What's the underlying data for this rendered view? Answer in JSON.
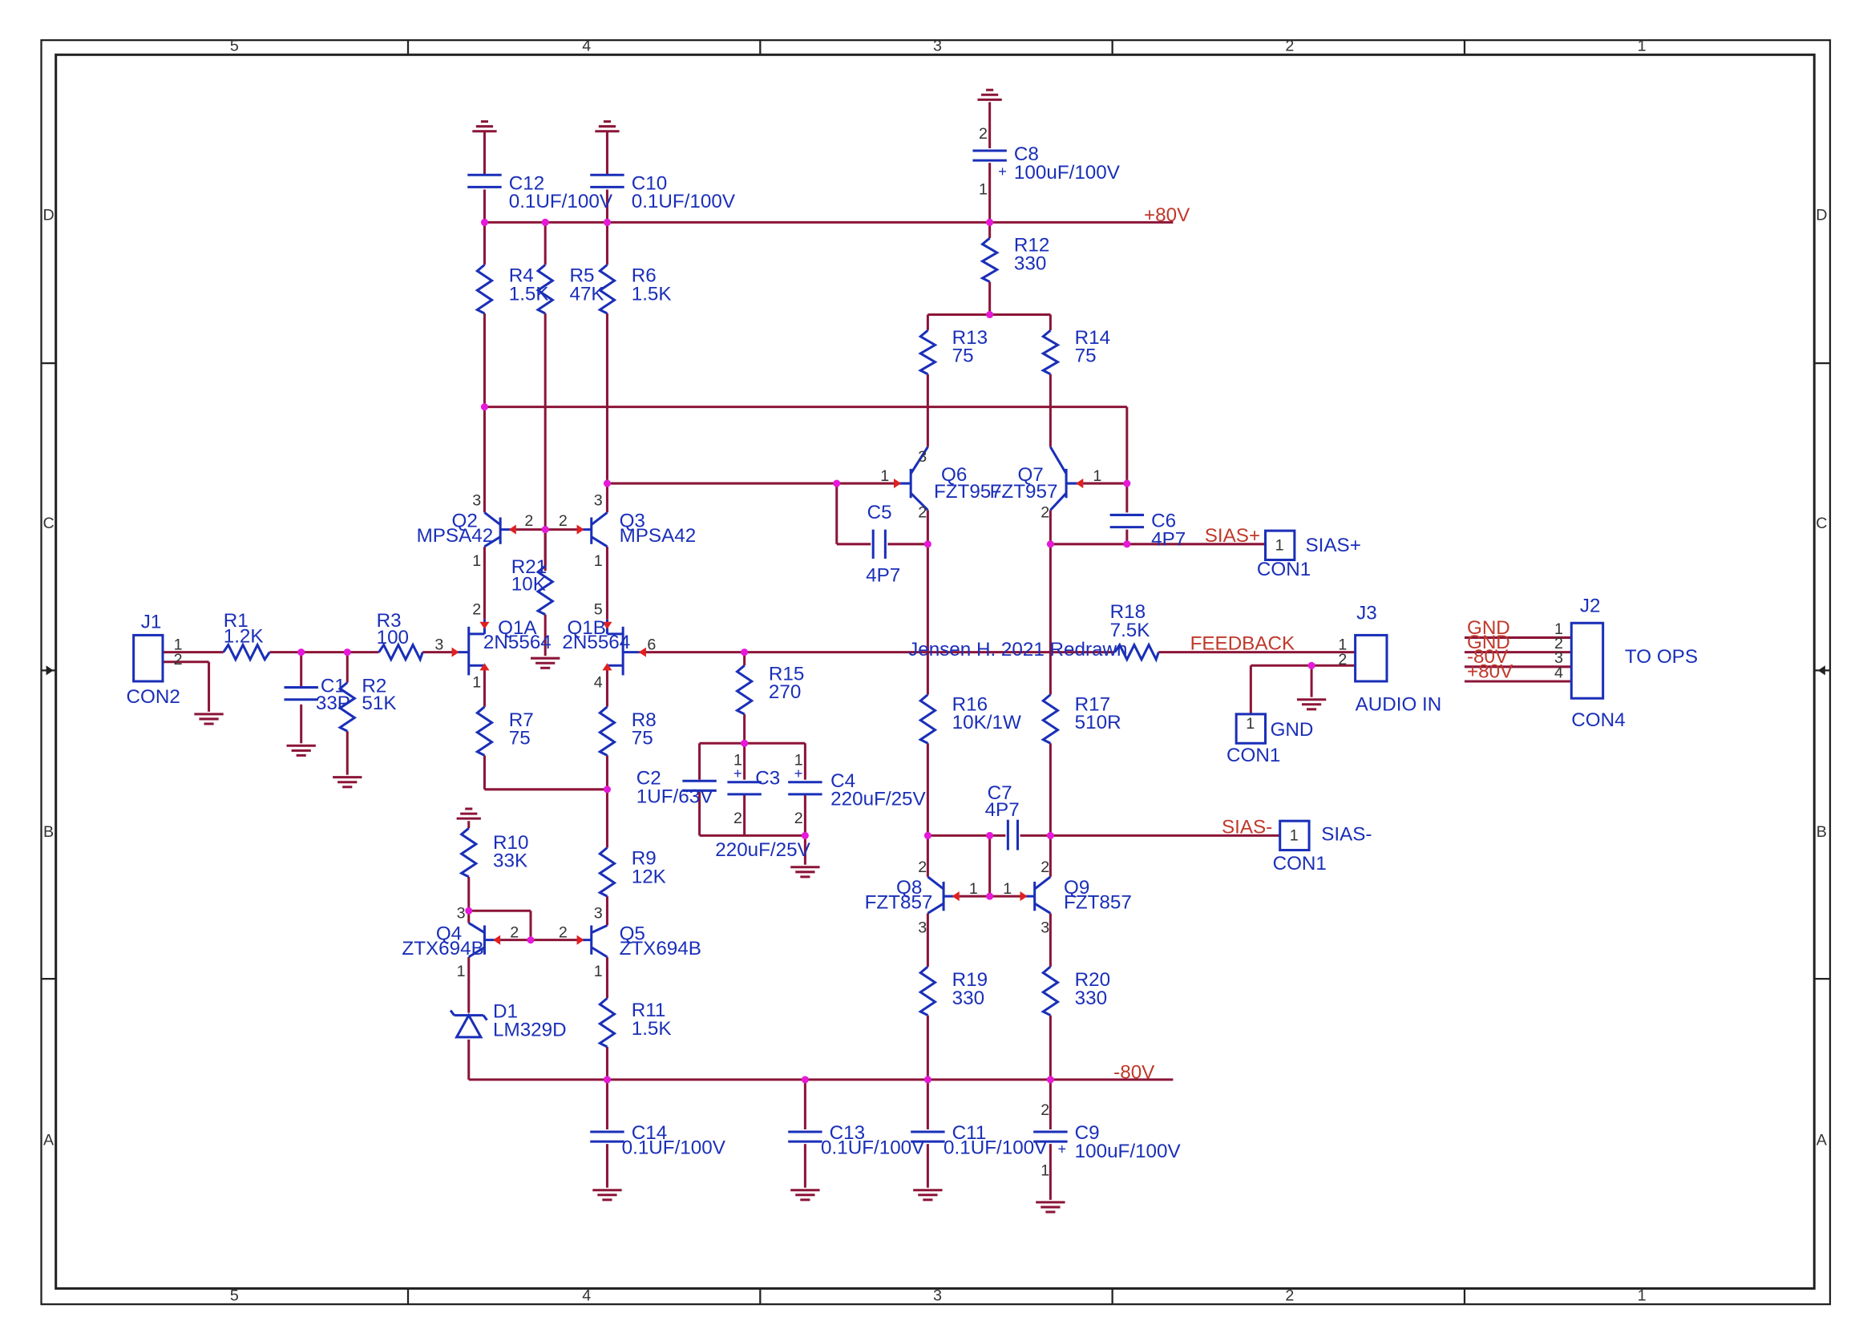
{
  "colors": {
    "wire": "#8b1538",
    "component": "#1a2fb8",
    "net_label": "#c0392b",
    "junction": "#e619d8"
  },
  "zones": {
    "columns": [
      "5",
      "4",
      "3",
      "2",
      "1"
    ],
    "rows": [
      "D",
      "C",
      "B",
      "A"
    ]
  },
  "signature": "Jensen H. 2021 Redrawn",
  "components": {
    "J1": {
      "ref": "J1",
      "type": "CON2"
    },
    "R1": {
      "ref": "R1",
      "value": "1.2K"
    },
    "R2": {
      "ref": "R2",
      "value": "51K"
    },
    "C1": {
      "ref": "C1",
      "value": "33P"
    },
    "R3": {
      "ref": "R3",
      "value": "100"
    },
    "C12": {
      "ref": "C12",
      "value": "0.1UF/100V"
    },
    "C10": {
      "ref": "C10",
      "value": "0.1UF/100V"
    },
    "R4": {
      "ref": "R4",
      "value": "1.5K"
    },
    "R5": {
      "ref": "R5",
      "value": "47K"
    },
    "R6": {
      "ref": "R6",
      "value": "1.5K"
    },
    "Q2": {
      "ref": "Q2",
      "type": "MPSA42"
    },
    "Q3": {
      "ref": "Q3",
      "type": "MPSA42"
    },
    "R21": {
      "ref": "R21",
      "value": "10K"
    },
    "Q1A": {
      "ref": "Q1A",
      "type": "2N5564"
    },
    "Q1B": {
      "ref": "Q1B",
      "type": "2N5564"
    },
    "R7": {
      "ref": "R7",
      "value": "75"
    },
    "R8": {
      "ref": "R8",
      "value": "75"
    },
    "R9": {
      "ref": "R9",
      "value": "12K"
    },
    "R10": {
      "ref": "R10",
      "value": "33K"
    },
    "Q4": {
      "ref": "Q4",
      "type": "ZTX694B"
    },
    "Q5": {
      "ref": "Q5",
      "type": "ZTX694B"
    },
    "D1": {
      "ref": "D1",
      "type": "LM329D"
    },
    "R11": {
      "ref": "R11",
      "value": "1.5K"
    },
    "C14": {
      "ref": "C14",
      "value": "0.1UF/100V"
    },
    "C13": {
      "ref": "C13",
      "value": "0.1UF/100V"
    },
    "C8": {
      "ref": "C8",
      "value": "100uF/100V"
    },
    "R12": {
      "ref": "R12",
      "value": "330"
    },
    "R13": {
      "ref": "R13",
      "value": "75"
    },
    "R14": {
      "ref": "R14",
      "value": "75"
    },
    "Q6": {
      "ref": "Q6",
      "type": "FZT957"
    },
    "Q7": {
      "ref": "Q7",
      "type": "FZT957"
    },
    "C5": {
      "ref": "C5",
      "value": "4P7"
    },
    "C6": {
      "ref": "C6",
      "value": "4P7"
    },
    "R15": {
      "ref": "R15",
      "value": "270"
    },
    "C2": {
      "ref": "C2",
      "value": "1UF/63V"
    },
    "C3": {
      "ref": "C3",
      "value": "220uF/25V"
    },
    "C4": {
      "ref": "C4",
      "value": "220uF/25V"
    },
    "R16": {
      "ref": "R16",
      "value": "10K/1W"
    },
    "R17": {
      "ref": "R17",
      "value": "510R"
    },
    "C7": {
      "ref": "C7",
      "value": "4P7"
    },
    "Q8": {
      "ref": "Q8",
      "type": "FZT857"
    },
    "Q9": {
      "ref": "Q9",
      "type": "FZT857"
    },
    "R19": {
      "ref": "R19",
      "value": "330"
    },
    "R20": {
      "ref": "R20",
      "value": "330"
    },
    "C11": {
      "ref": "C11",
      "value": "0.1UF/100V"
    },
    "C9": {
      "ref": "C9",
      "value": "100uF/100V"
    },
    "R18": {
      "ref": "R18",
      "value": "7.5K"
    },
    "J3": {
      "ref": "J3",
      "name": "AUDIO IN"
    },
    "J2": {
      "ref": "J2",
      "type": "CON4",
      "name": "TO OPS"
    }
  },
  "connectors": {
    "sias_plus": {
      "pin": "1",
      "name": "SIAS+",
      "type": "CON1"
    },
    "sias_minus": {
      "pin": "1",
      "name": "SIAS-",
      "type": "CON1"
    },
    "gnd": {
      "pin": "1",
      "name": "GND",
      "type": "CON1"
    }
  },
  "nets": {
    "p80v": "+80V",
    "m80v": "-80V",
    "sias_plus": "SIAS+",
    "sias_minus": "SIAS-",
    "feedback": "FEEDBACK"
  },
  "j2_pins": [
    {
      "net": "GND",
      "pin": "1"
    },
    {
      "net": "GND",
      "pin": "2"
    },
    {
      "net": "-80V",
      "pin": "3"
    },
    {
      "net": "+80V",
      "pin": "4"
    }
  ],
  "pins": {
    "p1": "1",
    "p2": "2",
    "p3": "3",
    "p4": "4",
    "p5": "5",
    "p6": "6"
  }
}
